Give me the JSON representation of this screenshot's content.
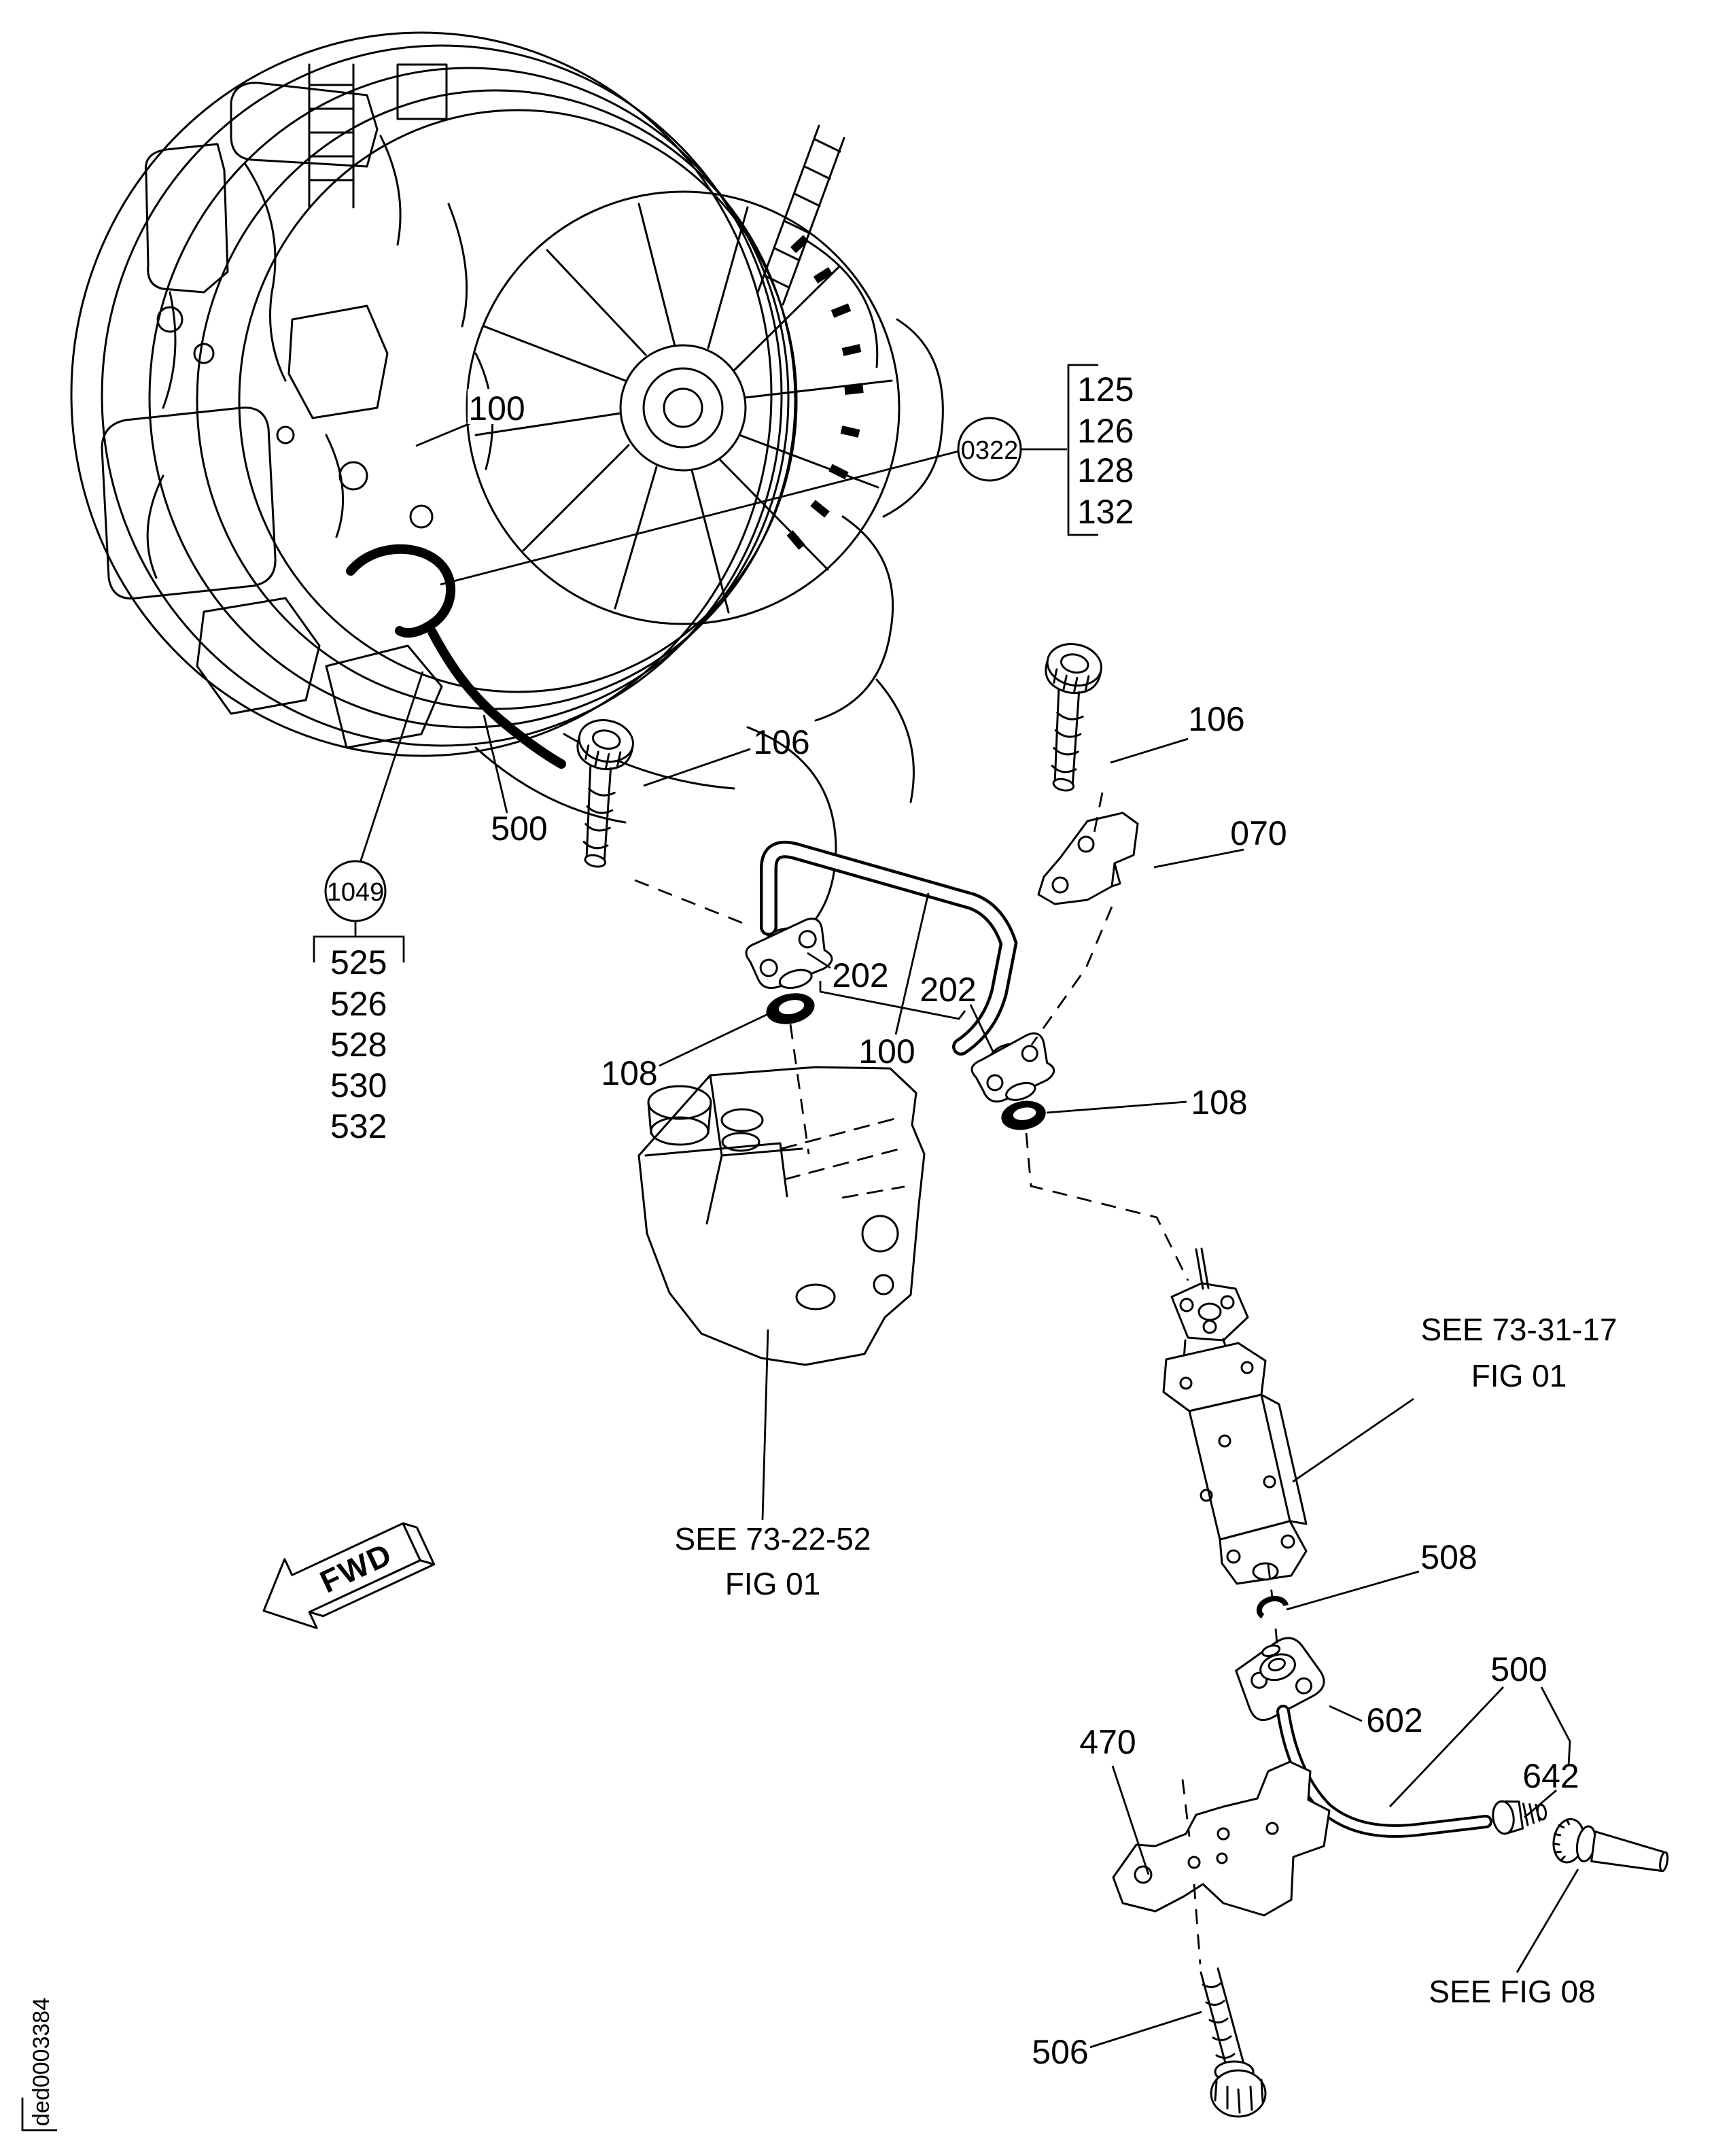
{
  "page": {
    "doc_number": "ded0003384",
    "background": "#ffffff",
    "ink": "#000000"
  },
  "fwd_marker": "FWD",
  "circled_groups": [
    {
      "id": "0322",
      "items": [
        "125",
        "126",
        "128",
        "132"
      ]
    },
    {
      "id": "1049",
      "items": [
        "525",
        "526",
        "528",
        "530",
        "532"
      ]
    }
  ],
  "part_labels": {
    "engine_tube": "100",
    "tube_upper_500": "500",
    "bolt_left_106": "106",
    "bolt_right_106": "106",
    "bracket_070": "070",
    "union_left_202": "202",
    "union_right_202": "202",
    "tube_100": "100",
    "oring_left_108": "108",
    "oring_right_108": "108",
    "oring_508": "508",
    "elbow_602": "602",
    "tube_lower_500": "500",
    "nut_642": "642",
    "bracket_470": "470",
    "bolt_506": "506"
  },
  "references": {
    "pump_ref": {
      "line1": "SEE 73-31-17",
      "line2": "FIG 01"
    },
    "hmu_ref": {
      "line1": "SEE 73-22-52",
      "line2": "FIG 01"
    },
    "fig08_ref": "SEE FIG 08"
  }
}
